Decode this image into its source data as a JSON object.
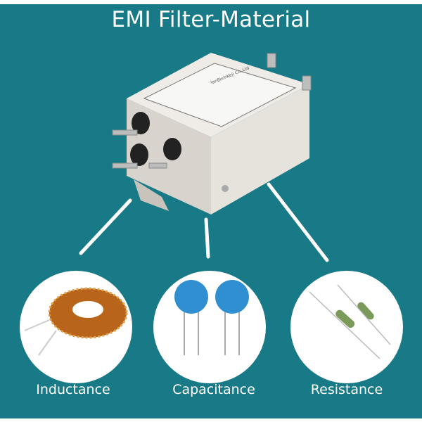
{
  "title": "EMI Filter-Material",
  "components": [
    {
      "label": "Inductance",
      "icon": "toroid-inductor-icon"
    },
    {
      "label": "Capacitance",
      "icon": "ceramic-capacitor-icon"
    },
    {
      "label": "Resistance",
      "icon": "resistor-icon"
    }
  ],
  "product": {
    "icon": "emi-filter-icon",
    "label_text": "YanBixinKeji Co.,Ltd"
  },
  "colors": {
    "background": "#187a86",
    "text": "#ffffff"
  }
}
